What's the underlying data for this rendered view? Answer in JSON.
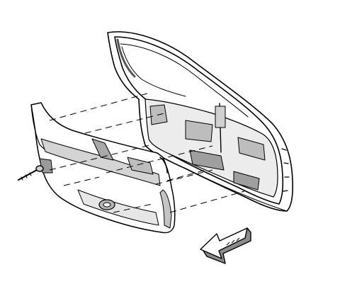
{
  "figure": {
    "line_color": "#000000",
    "fill_light": "#ffffff",
    "fill_shade": "#d9d9d9",
    "fill_dark": "#8c8c8c",
    "icons": [
      "liftgate-panel-outline",
      "trim-panel-outline",
      "fastener-screw",
      "direction-arrow"
    ]
  }
}
